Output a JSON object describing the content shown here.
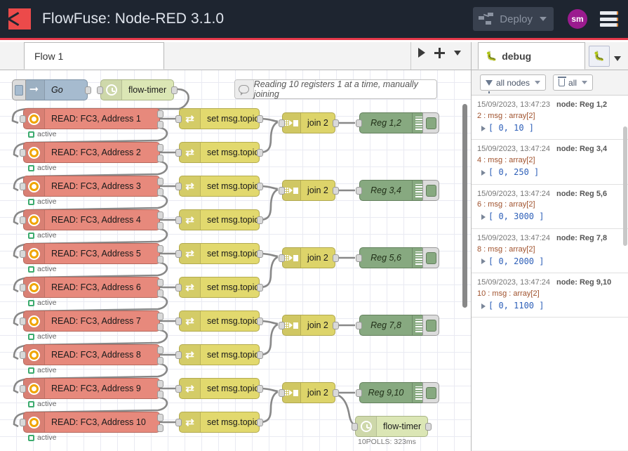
{
  "header": {
    "logo_name": "flowfuse-logo",
    "title": "FlowFuse: Node-RED 3.1.0",
    "deploy_label": "Deploy",
    "avatar_initials": "sm",
    "menu_name": "hamburger-menu"
  },
  "tabbar": {
    "tabs": [
      {
        "label": "Flow 1"
      }
    ]
  },
  "canvas": {
    "comment": "Reading 10 registers 1 at a time, manually joining",
    "inject": {
      "label": "Go"
    },
    "timer_top": {
      "label": "flow-timer"
    },
    "timer_bottom": {
      "label": "flow-timer",
      "status": "10POLLS: 323ms"
    },
    "read_nodes": [
      {
        "label": "READ: FC3, Address 1",
        "status": "active"
      },
      {
        "label": "READ: FC3, Address 2",
        "status": "active"
      },
      {
        "label": "READ: FC3, Address 3",
        "status": "active"
      },
      {
        "label": "READ: FC3, Address 4",
        "status": "active"
      },
      {
        "label": "READ: FC3, Address 5",
        "status": "active"
      },
      {
        "label": "READ: FC3, Address 6",
        "status": "active"
      },
      {
        "label": "READ: FC3, Address 7",
        "status": "active"
      },
      {
        "label": "READ: FC3, Address 8",
        "status": "active"
      },
      {
        "label": "READ: FC3, Address 9",
        "status": "active"
      },
      {
        "label": "READ: FC3, Address 10",
        "status": "active"
      }
    ],
    "change_label": "set msg.topic",
    "change_count": 10,
    "join_nodes": [
      {
        "label": "join 2"
      },
      {
        "label": "join 2"
      },
      {
        "label": "join 2"
      },
      {
        "label": "join 2"
      },
      {
        "label": "join 2"
      }
    ],
    "debug_nodes": [
      {
        "label": "Reg 1,2"
      },
      {
        "label": "Reg 3,4"
      },
      {
        "label": "Reg 5,6"
      },
      {
        "label": "Reg 7,8"
      },
      {
        "label": "Reg 9,10"
      }
    ]
  },
  "sidebar": {
    "tab_label": "debug",
    "filter_nodes_label": "all nodes",
    "clear_label": "all",
    "messages": [
      {
        "timestamp": "15/09/2023, 13:47:23",
        "node": "node: Reg 1,2",
        "meta": "2 : msg : array[2]",
        "value": "[ 0, 10 ]"
      },
      {
        "timestamp": "15/09/2023, 13:47:24",
        "node": "node: Reg 3,4",
        "meta": "4 : msg : array[2]",
        "value": "[ 0, 250 ]"
      },
      {
        "timestamp": "15/09/2023, 13:47:24",
        "node": "node: Reg 5,6",
        "meta": "6 : msg : array[2]",
        "value": "[ 0, 3000 ]"
      },
      {
        "timestamp": "15/09/2023, 13:47:24",
        "node": "node: Reg 7,8",
        "meta": "8 : msg : array[2]",
        "value": "[ 0, 2000 ]"
      },
      {
        "timestamp": "15/09/2023, 13:47:24",
        "node": "node: Reg 9,10",
        "meta": "10 : msg : array[2]",
        "value": "[ 0, 1100 ]"
      }
    ]
  },
  "colors": {
    "header_bg": "#1e2530",
    "accent_red": "#e5384a",
    "read_node": "#e7897c",
    "change_node": "#e2d96e",
    "debug_node": "#87a980",
    "inject_node": "#a6bbcf",
    "timer_node": "#dbe6b5"
  }
}
